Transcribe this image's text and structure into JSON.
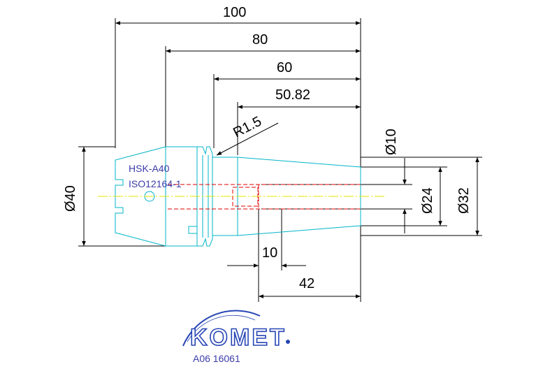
{
  "dimensions": {
    "len_100": "100",
    "len_80": "80",
    "len_60": "60",
    "len_50_82": "50.82",
    "radius": "R1.5",
    "dia_40": "Ø40",
    "dia_10": "Ø10",
    "dia_24": "Ø24",
    "dia_32": "Ø32",
    "len_10": "10",
    "len_42": "42"
  },
  "labels": {
    "standard": "HSK-A40",
    "iso": "ISO12164-1"
  },
  "logo": {
    "brand": "KOMET",
    "part_number": "A06 16061"
  },
  "colors": {
    "dimension": "#000000",
    "part_outline": "#00b4c8",
    "centerline": "#e6e600",
    "hidden_bore": "#e00000",
    "label": "#3c3caa",
    "logo": "#2846b4"
  }
}
